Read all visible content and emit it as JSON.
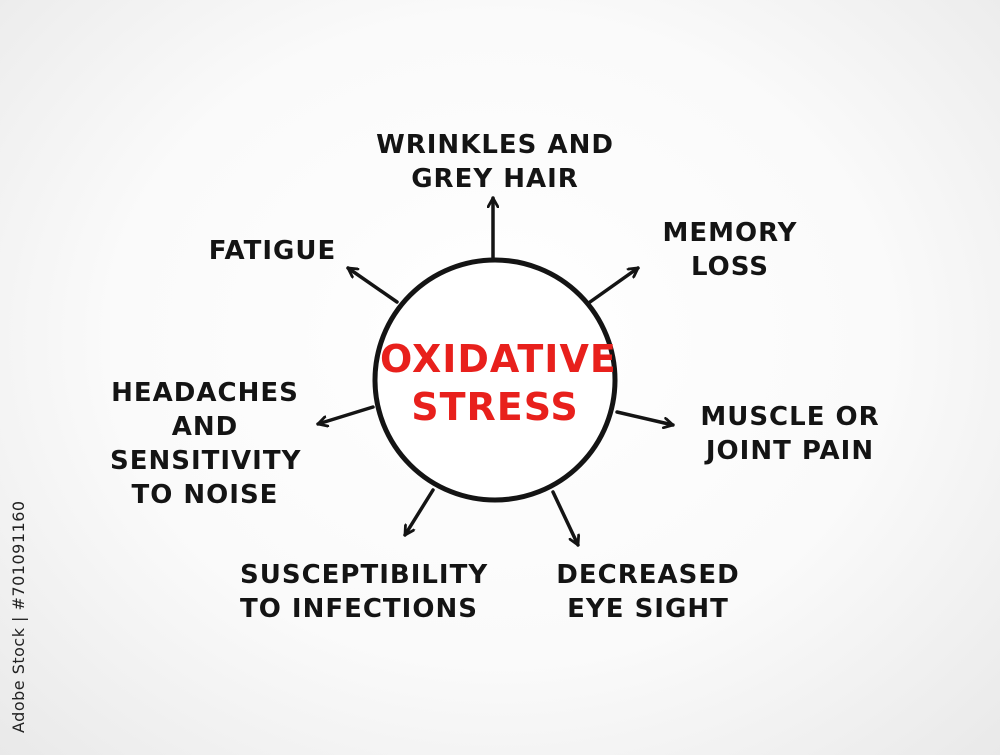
{
  "diagram": {
    "center": {
      "lines": [
        "OXIDATIVE",
        "STRESS"
      ],
      "color": "#e8201c"
    },
    "nodes": [
      {
        "id": "wrinkles",
        "lines": [
          "WRINKLES AND",
          "GREY HAIR"
        ]
      },
      {
        "id": "memory",
        "lines": [
          "MEMORY",
          "LOSS"
        ]
      },
      {
        "id": "muscle",
        "lines": [
          "MUSCLE OR",
          "JOINT PAIN"
        ]
      },
      {
        "id": "eyesight",
        "lines": [
          "DECREASED",
          "EYE SIGHT"
        ]
      },
      {
        "id": "infections",
        "lines": [
          "SUSCEPTIBILITY",
          "TO INFECTIONS"
        ]
      },
      {
        "id": "headaches",
        "lines": [
          "HEADACHES",
          "AND",
          "SENSITIVITY",
          "TO NOISE"
        ]
      },
      {
        "id": "fatigue",
        "lines": [
          "FATIGUE"
        ]
      }
    ],
    "edge_color": "#141414"
  },
  "watermark": {
    "stock_id": "Adobe Stock | #701091160"
  }
}
